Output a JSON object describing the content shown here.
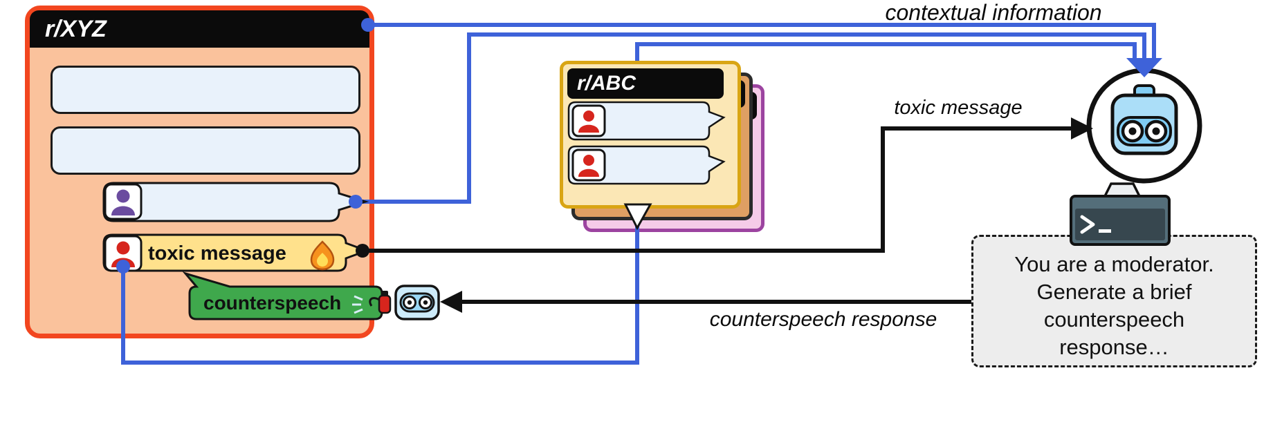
{
  "figure": {
    "xyz_panel": {
      "title": "r/XYZ"
    },
    "abc_card": {
      "title": "r/ABC"
    },
    "bubbles": {
      "toxic_text": "toxic message",
      "counterspeech_text": "counterspeech"
    },
    "labels": {
      "contextual": "contextual information",
      "toxic": "toxic message",
      "counterspeech_response": "counterspeech response"
    },
    "prompt_box": {
      "lines": [
        "You are a moderator.",
        "Generate a brief",
        "counterspeech",
        "response…"
      ]
    },
    "colors": {
      "panel_border": "#F2461F",
      "panel_bg": "#FAC29C",
      "context_blue": "#3E62D9",
      "card_border": "#D9A514",
      "card_bg": "#FBE7B5",
      "back_card_border": "#9C44A0",
      "back_card_bg": "#F5CBE8",
      "toxic_bubble": "#FFE18C",
      "counterspeech_bubble": "#3FA84C",
      "message_bubble": "#E9F2FB",
      "robot_blue": "#ABDEF8"
    },
    "icons": [
      "robot-icon",
      "terminal-icon",
      "flame-icon",
      "fire-extinguisher-icon",
      "person-icon"
    ]
  }
}
